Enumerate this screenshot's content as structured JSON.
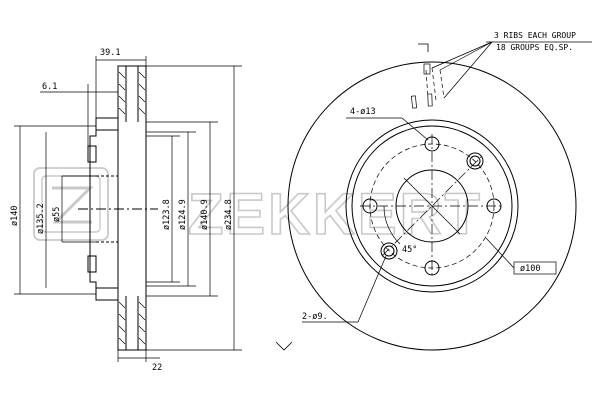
{
  "watermark": {
    "brand": "ZEKKERT"
  },
  "side_view": {
    "top_dims": {
      "overall_width": "39.1",
      "hat_offset": "6.1"
    },
    "bottom_dims": {
      "disc_thickness": "22"
    },
    "vertical_dims": [
      "ø140",
      "ø135.2",
      "ø55",
      "ø123.8",
      "ø124.9",
      "ø140.9",
      "ø234.8"
    ]
  },
  "front_view": {
    "vent_note_line1": "3 RIBS EACH GROUP",
    "vent_note_line2": "18 GROUPS EQ.SP.",
    "bolt_holes": "4-ø13",
    "threaded_holes": "2-ø9.",
    "bolt_circle": "ø100",
    "angle": "45°"
  },
  "colors": {
    "line": "#000000",
    "watermark": "#c9c9c9"
  }
}
